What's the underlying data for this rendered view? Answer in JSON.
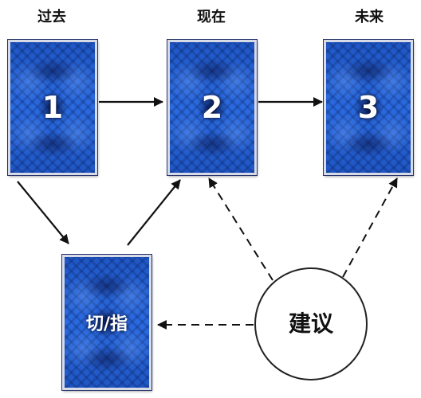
{
  "headings": {
    "past": "过去",
    "present": "现在",
    "future": "未来"
  },
  "cards": {
    "past": "1",
    "present": "2",
    "future": "3",
    "cut": "切/指"
  },
  "advice": "建议",
  "colors": {
    "card_blue": "#2a6ae0",
    "card_dark": "#0a1a5c",
    "card_border": "#d7dbe8",
    "arrow": "#111111"
  }
}
